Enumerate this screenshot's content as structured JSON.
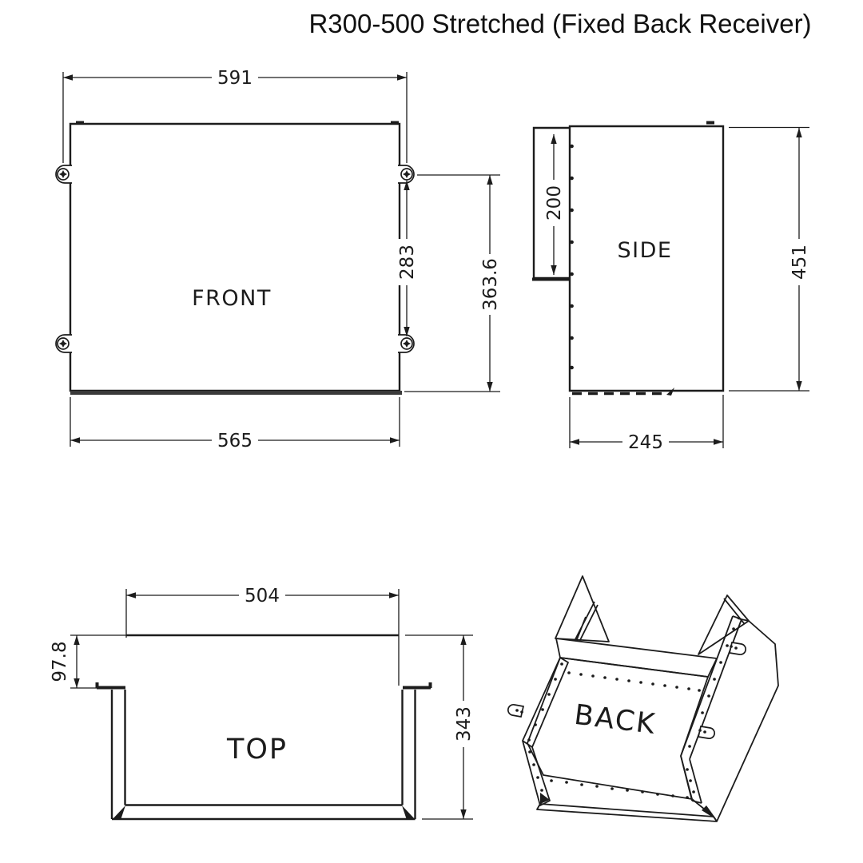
{
  "title": "R300-500 Stretched (Fixed Back Receiver)",
  "colors": {
    "line": "#1c1c1c",
    "background": "#ffffff"
  },
  "views": {
    "front": {
      "label": "FRONT",
      "dims": {
        "overall_width": "591",
        "base_width": "565",
        "lug_spacing": "283",
        "height": "363.6"
      }
    },
    "side": {
      "label": "SIDE",
      "dims": {
        "plate_height": "200",
        "height": "451",
        "depth": "245"
      }
    },
    "top": {
      "label": "TOP",
      "dims": {
        "opening_width": "504",
        "back_offset": "97.8",
        "depth": "343"
      }
    },
    "back": {
      "label": "BACK"
    }
  }
}
